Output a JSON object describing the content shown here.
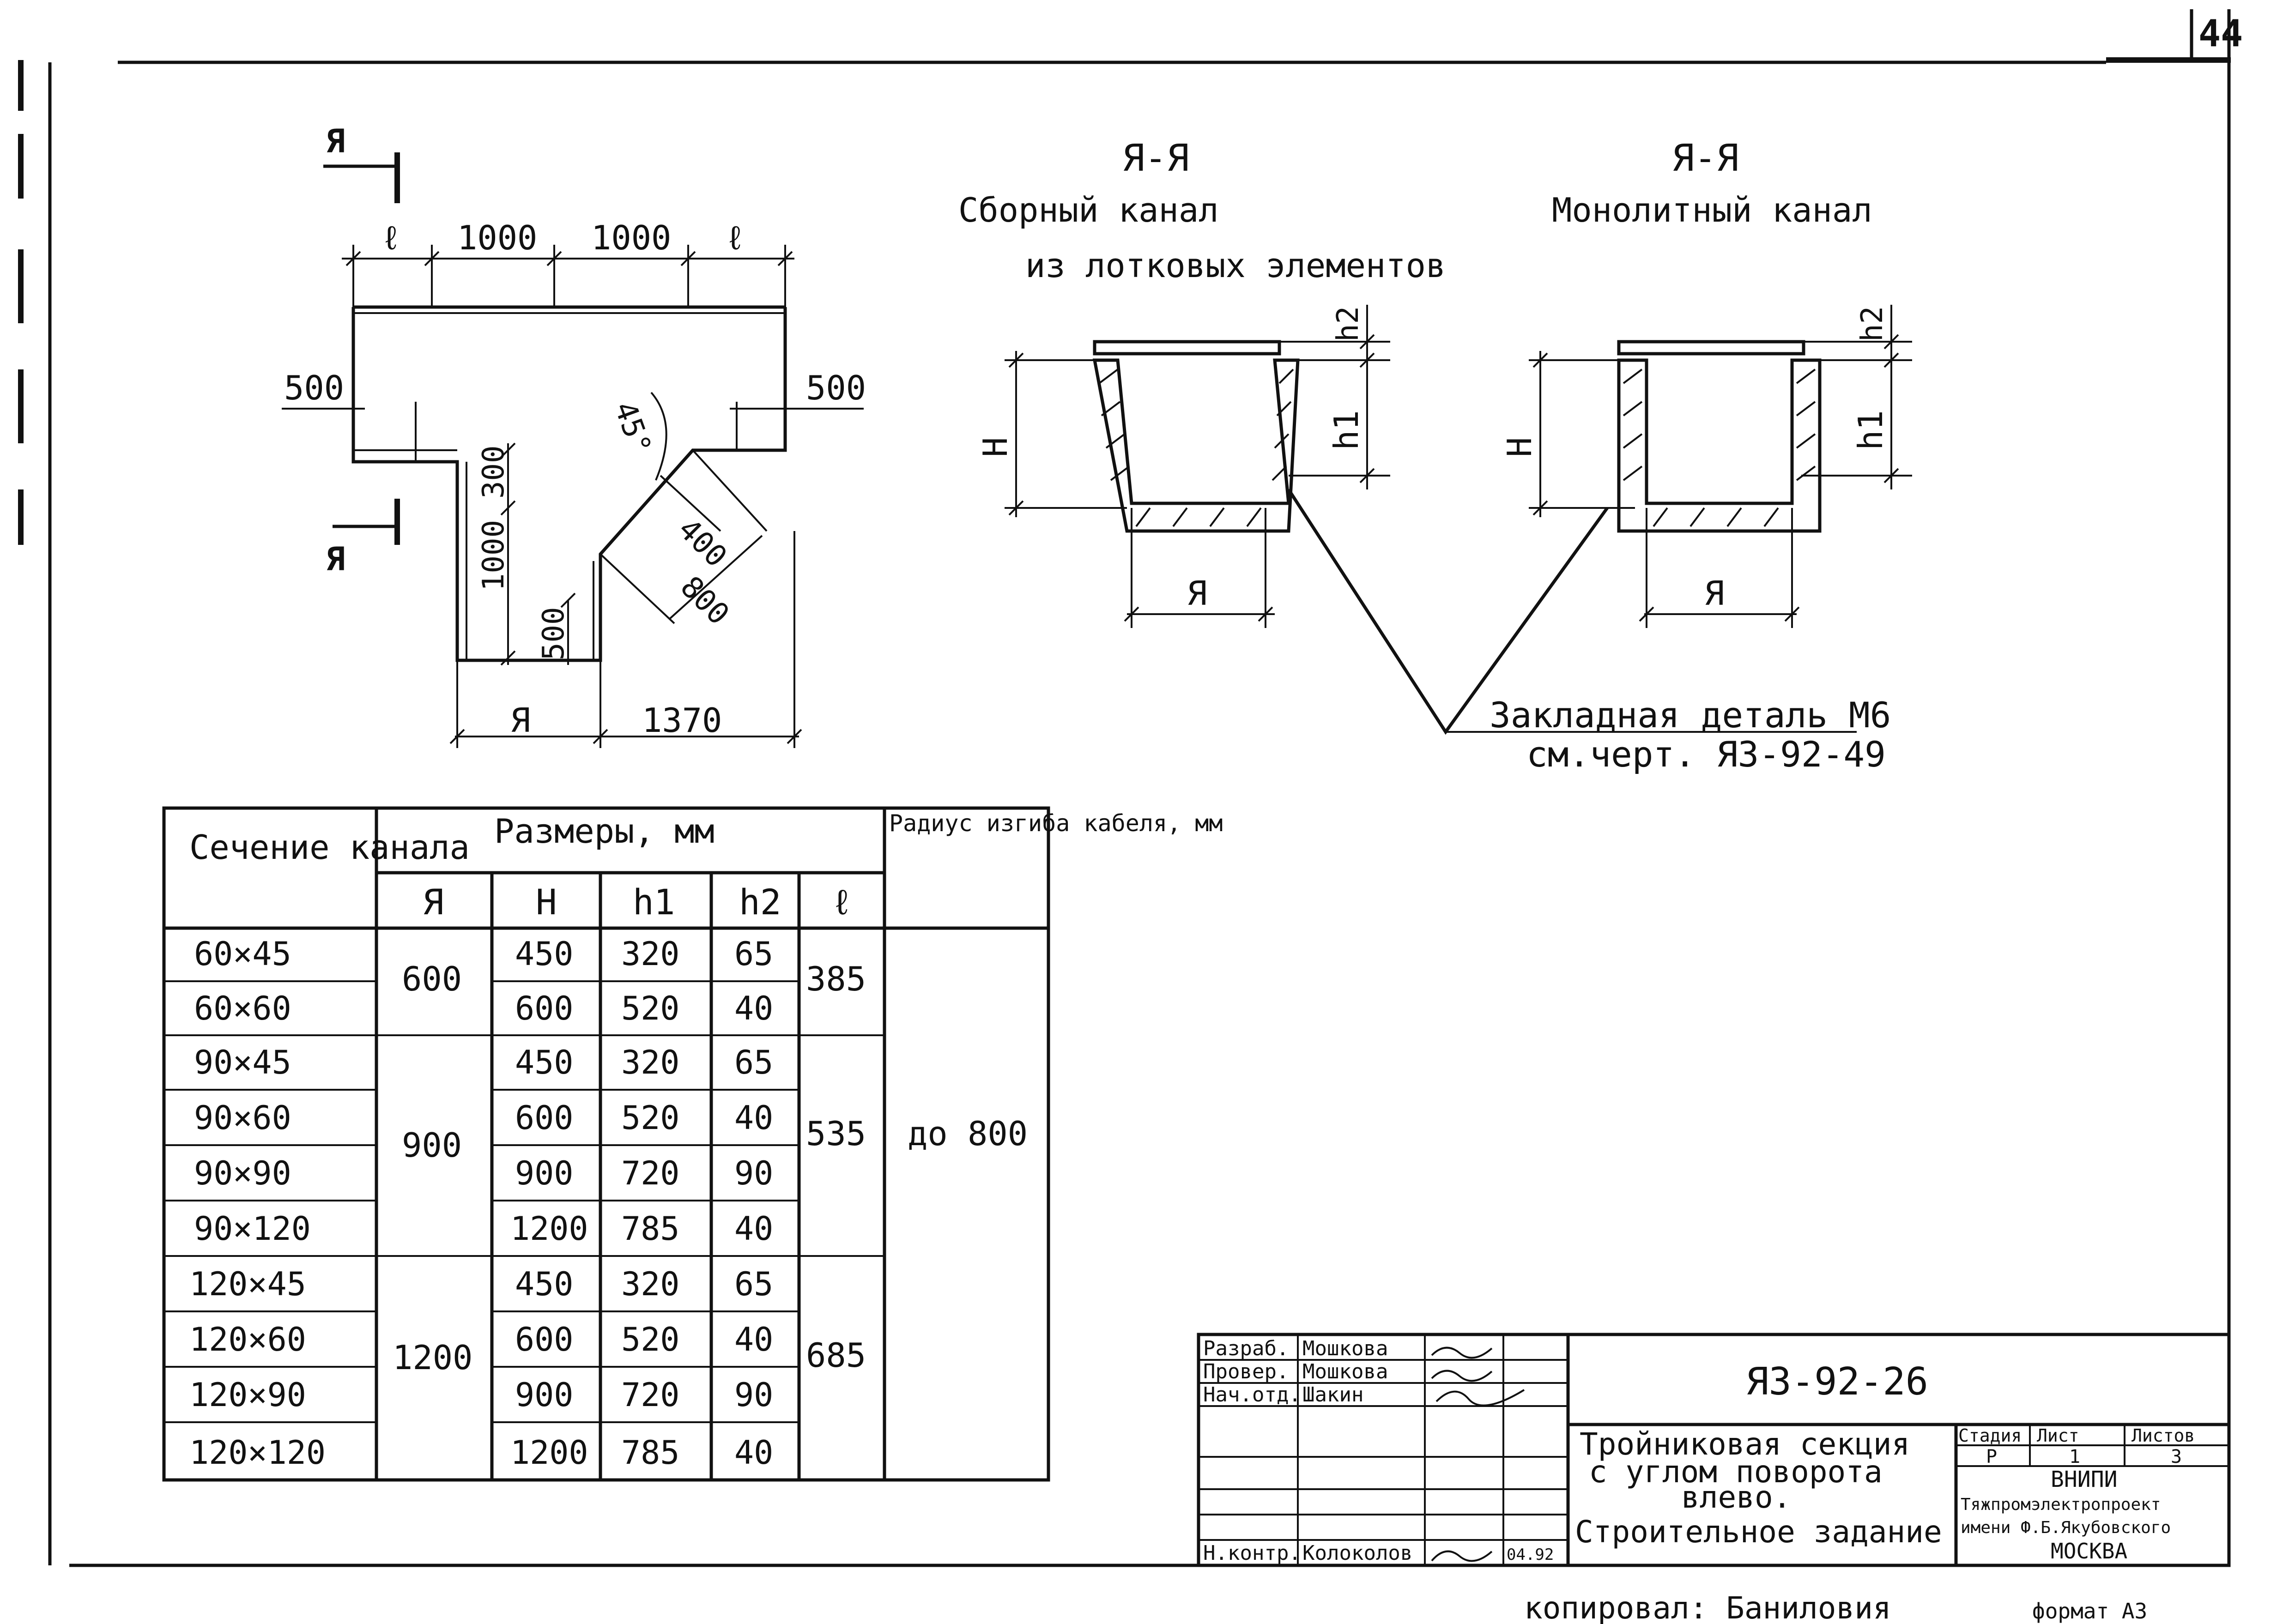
{
  "sheet": {
    "page_number": "44",
    "copied_by": "копировал: Баниловия",
    "format_label": "формат А3"
  },
  "plan": {
    "section_mark": "Я",
    "dim_top": [
      "ℓ",
      "1000",
      "1000",
      "ℓ"
    ],
    "dim_side_left": "500",
    "dim_side_right": "500",
    "dim_300": "300",
    "dim_1000": "1000",
    "dim_500": "500",
    "dim_400": "400",
    "dim_800": "800",
    "angle": "45°",
    "dim_bottom_A": "Я",
    "dim_bottom_1370": "1370"
  },
  "section_left": {
    "title": "Я-Я",
    "subtitle_line1": "Сборный канал",
    "subtitle_line2": "из лотковых элементов",
    "label_H": "Н",
    "label_h1": "h1",
    "label_h2": "h2",
    "label_A": "Я"
  },
  "section_right": {
    "title": "Я-Я",
    "subtitle": "Монолитный канал",
    "label_H": "Н",
    "label_h1": "h1",
    "label_h2": "h2",
    "label_A": "Я"
  },
  "embedded_note": {
    "line1": "Закладная деталь М6",
    "line2": "см.черт. Я3-92-49"
  },
  "table": {
    "header_section": "Сечение канала",
    "header_sizes": "Размеры, мм",
    "header_radius": "Радиус изгиба кабеля, мм",
    "col_A": "Я",
    "col_H": "Н",
    "col_h1": "h1",
    "col_h2": "h2",
    "col_l": "ℓ",
    "rows": [
      {
        "section": "60×45",
        "H": "450",
        "h1": "320",
        "h2": "65"
      },
      {
        "section": "60×60",
        "H": "600",
        "h1": "520",
        "h2": "40"
      },
      {
        "section": "90×45",
        "H": "450",
        "h1": "320",
        "h2": "65"
      },
      {
        "section": "90×60",
        "H": "600",
        "h1": "520",
        "h2": "40"
      },
      {
        "section": "90×90",
        "H": "900",
        "h1": "720",
        "h2": "90"
      },
      {
        "section": "90×120",
        "H": "1200",
        "h1": "785",
        "h2": "40"
      },
      {
        "section": "120×45",
        "H": "450",
        "h1": "320",
        "h2": "65"
      },
      {
        "section": "120×60",
        "H": "600",
        "h1": "520",
        "h2": "40"
      },
      {
        "section": "120×90",
        "H": "900",
        "h1": "720",
        "h2": "90"
      },
      {
        "section": "120×120",
        "H": "1200",
        "h1": "785",
        "h2": "40"
      }
    ],
    "groups": [
      {
        "A": "600",
        "l": "385"
      },
      {
        "A": "900",
        "l": "535"
      },
      {
        "A": "1200",
        "l": "685"
      }
    ],
    "radius_value": "до 800"
  },
  "title_block": {
    "doc_code": "Я3-92-26",
    "title_line1": "Тройниковая секция",
    "title_line2": "с углом поворота",
    "title_line3": "влево.",
    "title_line4": "Строительное задание",
    "role_1": "Разраб.",
    "name_1": "Мошкова",
    "role_2": "Провер.",
    "name_2": "Мошкова",
    "role_3": "Нач.отд.",
    "name_3": "Шакин",
    "role_4": "Н.контр.",
    "name_4": "Колоколов",
    "date_4": "04.92",
    "head_stage": "Стадия",
    "head_sheet": "Лист",
    "head_sheets": "Листов",
    "stage": "Р",
    "sheet": "1",
    "sheets": "3",
    "org_line1": "ВНИПИ",
    "org_line2": "Тяжпромэлектропроект",
    "org_line3": "имени Ф.Б.Якубовского",
    "org_line4": "МОСКВА"
  }
}
